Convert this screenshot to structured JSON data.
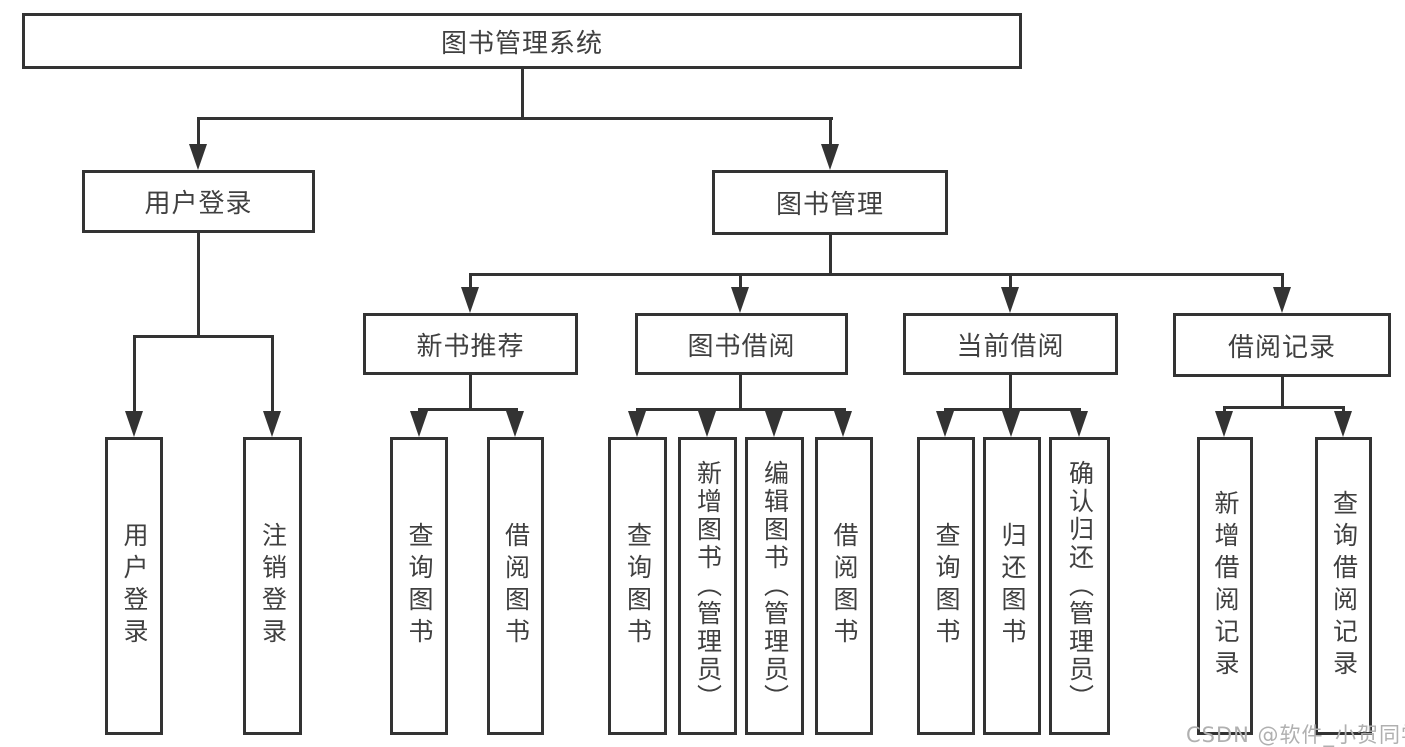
{
  "tree": {
    "root": {
      "label": "图书管理系统",
      "children": [
        {
          "label": "用户登录",
          "children": [
            {
              "label": "用户登录"
            },
            {
              "label": "注销登录"
            }
          ]
        },
        {
          "label": "图书管理",
          "children": [
            {
              "label": "新书推荐",
              "children": [
                {
                  "label": "查询图书"
                },
                {
                  "label": "借阅图书"
                }
              ]
            },
            {
              "label": "图书借阅",
              "children": [
                {
                  "label": "查询图书"
                },
                {
                  "label": "新增图书（管理员）"
                },
                {
                  "label": "编辑图书（管理员）"
                },
                {
                  "label": "借阅图书"
                }
              ]
            },
            {
              "label": "当前借阅",
              "children": [
                {
                  "label": "查询图书"
                },
                {
                  "label": "归还图书"
                },
                {
                  "label": "确认归还（管理员）"
                }
              ]
            },
            {
              "label": "借阅记录",
              "children": [
                {
                  "label": "新增借阅记录"
                },
                {
                  "label": "查询借阅记录"
                }
              ]
            }
          ]
        }
      ]
    }
  },
  "watermark": {
    "text": "CSDN @软件_小贺同学"
  },
  "colors": {
    "line": "#333333",
    "text": "#404040",
    "watermark": "#b0b0b0",
    "background": "#ffffff"
  }
}
